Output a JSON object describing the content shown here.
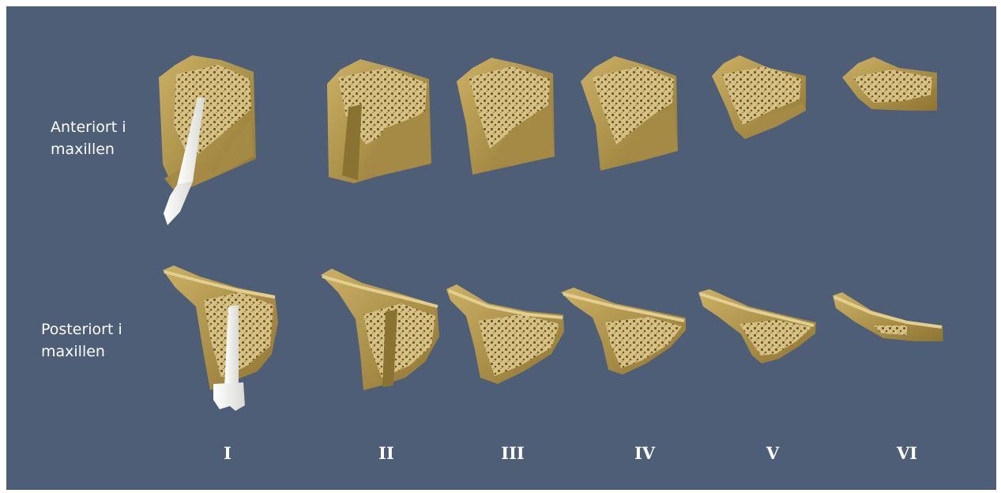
{
  "rows": {
    "anterior": {
      "label": "Anteriort i\nmaxillen"
    },
    "posterior": {
      "label": "Posteriort i\nmaxillen"
    }
  },
  "stages": [
    "I",
    "II",
    "III",
    "IV",
    "V",
    "VI"
  ],
  "colors": {
    "background": "#4d5e76",
    "bone": "#c2a55a",
    "bone_dark": "#8c7431",
    "cancellous": "#d3bd7e",
    "tooth": "#f5f5f2",
    "label_text": "#ffffff"
  }
}
